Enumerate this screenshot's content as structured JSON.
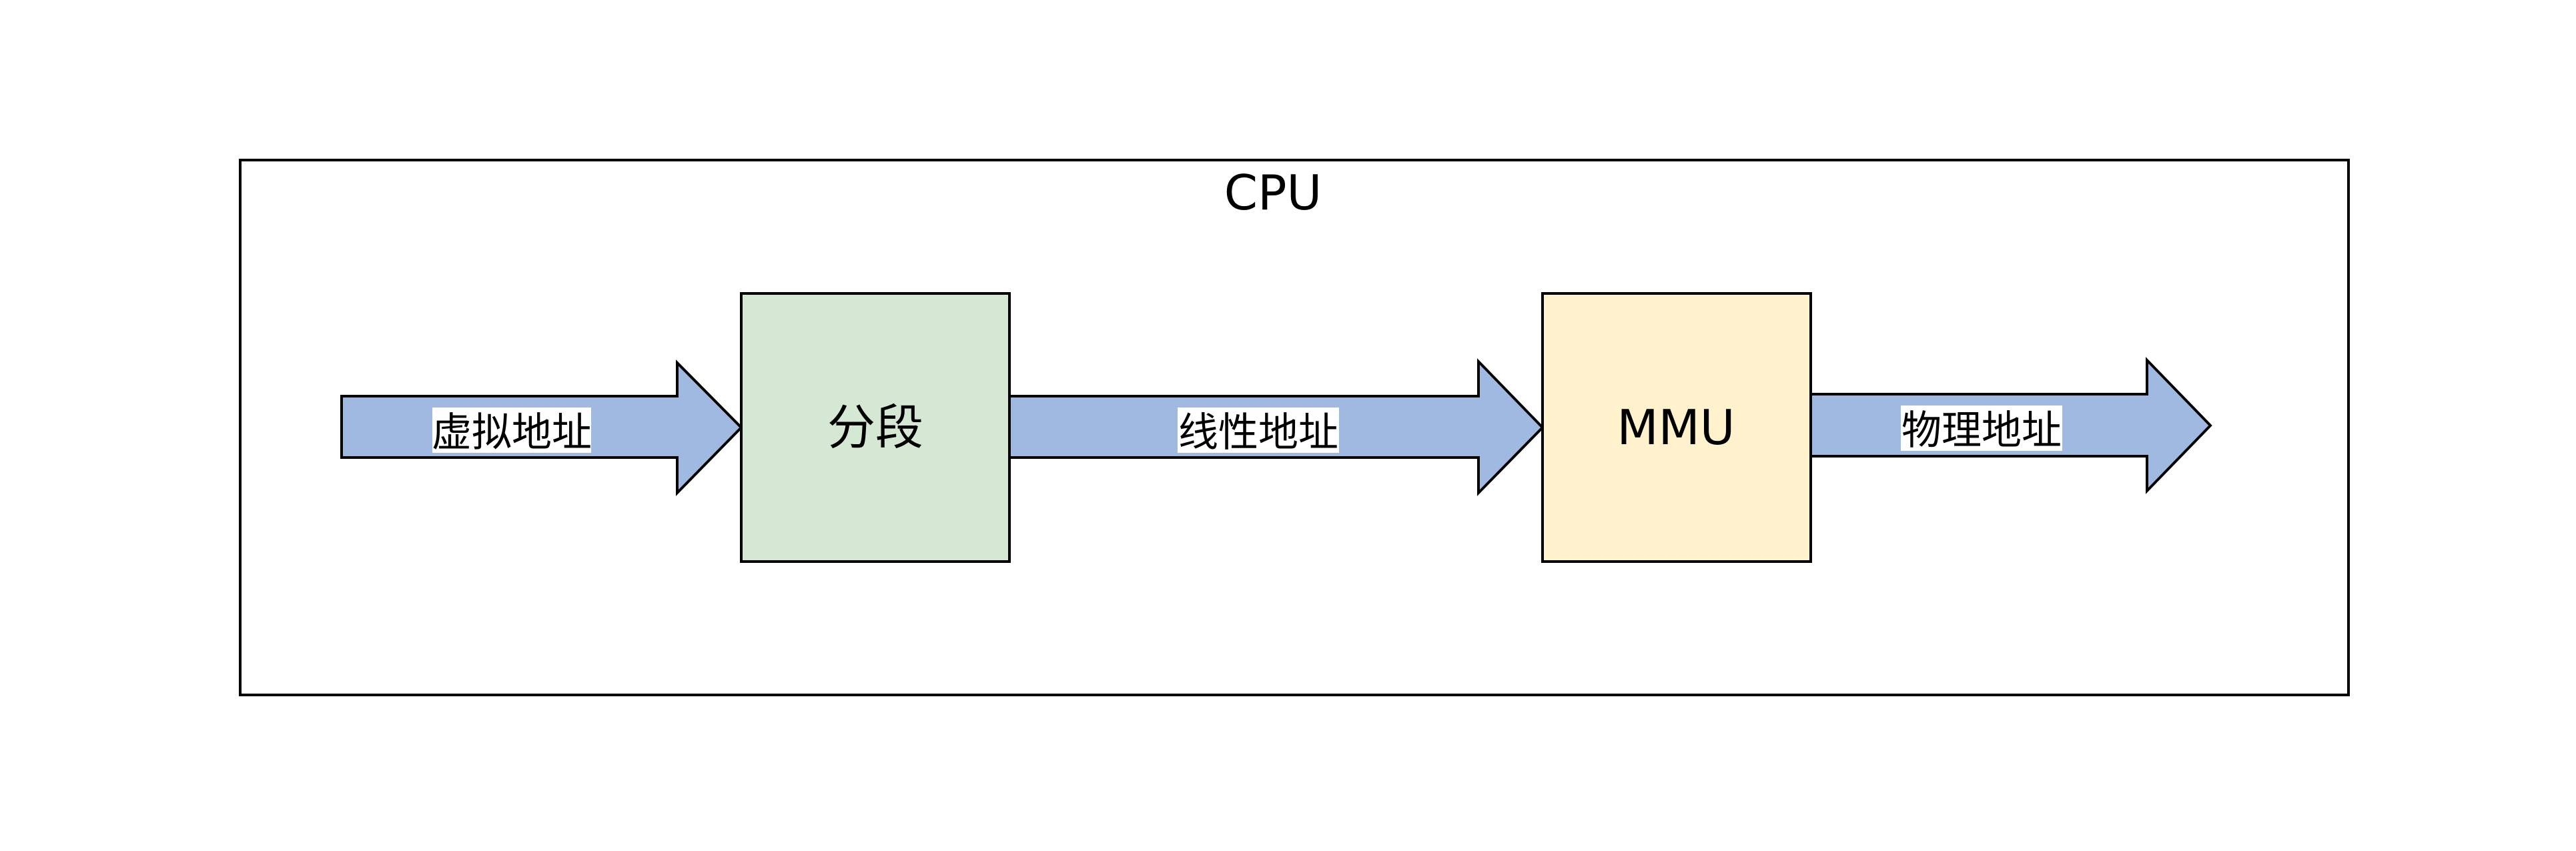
{
  "diagram": {
    "container": {
      "title": "CPU"
    },
    "nodes": [
      {
        "id": "segmentation",
        "label": "分段",
        "fill": "#d5e8d4"
      },
      {
        "id": "mmu",
        "label": "MMU",
        "fill": "#fff2cc"
      }
    ],
    "arrows": [
      {
        "id": "virtual-address",
        "label": "虚拟地址"
      },
      {
        "id": "linear-address",
        "label": "线性地址"
      },
      {
        "id": "physical-address",
        "label": "物理地址"
      }
    ],
    "colors": {
      "arrow_fill": "#a0b9e0",
      "stroke": "#000000",
      "background": "#ffffff"
    }
  }
}
